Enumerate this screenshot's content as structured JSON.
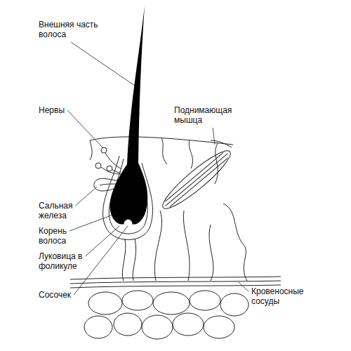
{
  "diagram": {
    "labels": [
      "Внешняя часть волоса",
      "Нервы",
      "Поднимающая мышца",
      "Сальная железа",
      "Корень волоса",
      "Луковица в фоликуле",
      "Сосочек",
      "Кровеносные сосуды"
    ]
  }
}
